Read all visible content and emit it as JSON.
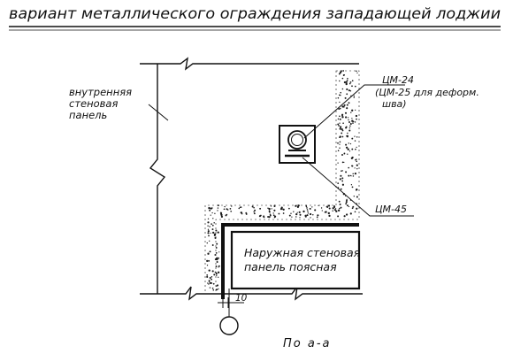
{
  "title": "вариант металлического ограждения западающей лоджии",
  "labels": {
    "inner_panel": [
      "внутренняя",
      "стеновая",
      "панель"
    ],
    "cm24": [
      "ЦМ-24",
      "(ЦМ-25 для деформ.",
      "шва)"
    ],
    "cm45": "ЦМ-45",
    "outer_panel": [
      "Наружная стеновая",
      "панель поясная"
    ],
    "dimension": "10",
    "section": "По а-а"
  },
  "colors": {
    "ink": "#111111",
    "paper": "#ffffff"
  }
}
